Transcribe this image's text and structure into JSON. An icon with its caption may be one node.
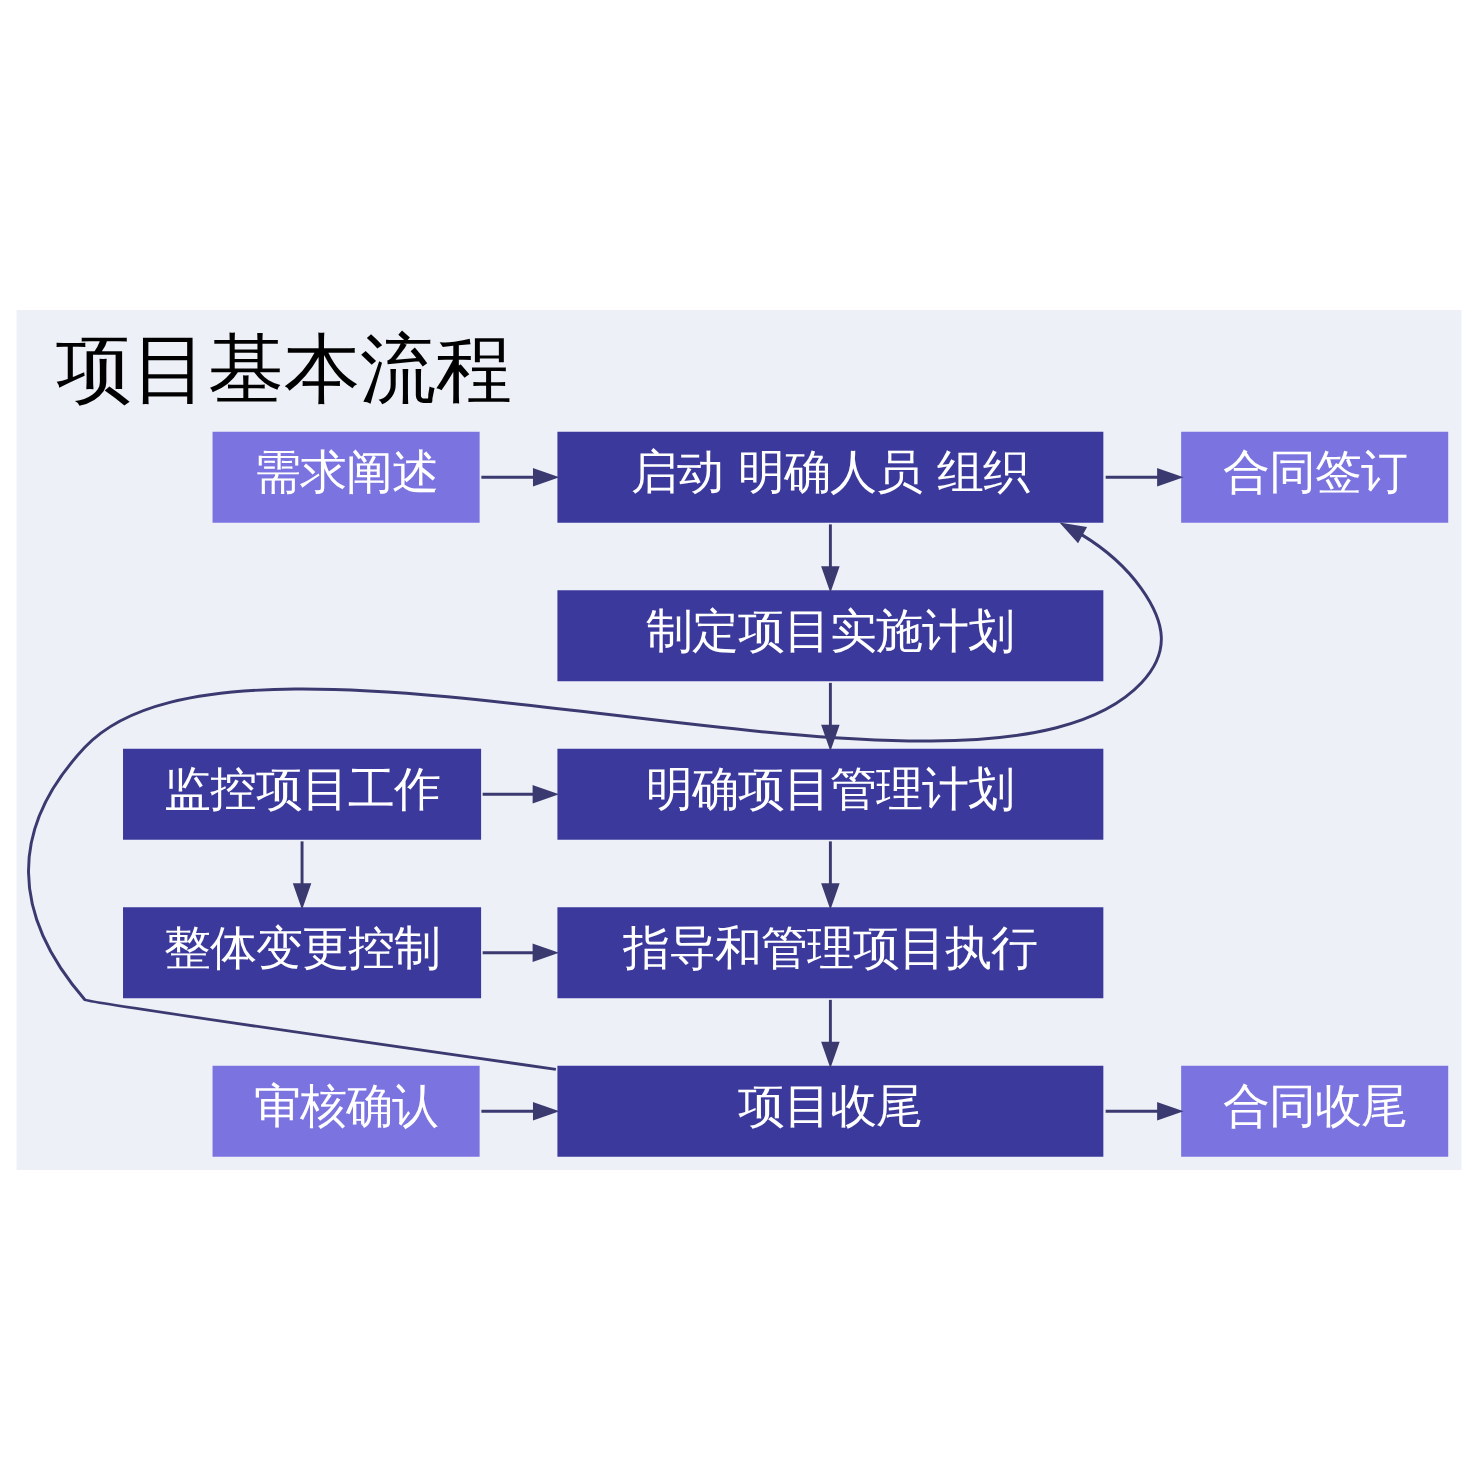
{
  "diagram": {
    "title": "项目基本流程",
    "nodes": [
      {
        "text": [
          "需求阐述"
        ]
      },
      {
        "text": [
          "启动 明确人员 组织"
        ]
      },
      {
        "text": [
          "合同签订"
        ]
      },
      {
        "text": [
          "制定项目实施计划"
        ]
      },
      {
        "text": [
          "监控项目工作"
        ]
      },
      {
        "text": [
          "明确项目管理计划"
        ]
      },
      {
        "text": [
          "整体变更控制"
        ]
      },
      {
        "text": [
          "指导和管理项目执行"
        ]
      },
      {
        "text": [
          "审核确认"
        ]
      },
      {
        "text": [
          "项目收尾"
        ]
      },
      {
        "text": [
          "合同收尾"
        ]
      }
    ],
    "edges": [
      {
        "from": 0,
        "to": 1,
        "arrow": "to"
      },
      {
        "from": 1,
        "to": 2,
        "arrow": "to"
      },
      {
        "from": 1,
        "to": 3,
        "arrow": "to"
      },
      {
        "from": 3,
        "to": 5,
        "arrow": "to"
      },
      {
        "from": 4,
        "to": 5,
        "arrow": "to"
      },
      {
        "from": 4,
        "to": 6,
        "arrow": "to"
      },
      {
        "from": 5,
        "to": 7,
        "arrow": "to"
      },
      {
        "from": 6,
        "to": 7,
        "arrow": "to"
      },
      {
        "from": 7,
        "to": 9,
        "arrow": "to"
      },
      {
        "from": 8,
        "to": 9,
        "arrow": "to"
      },
      {
        "from": 9,
        "to": 10,
        "arrow": "to"
      },
      {
        "from": 9,
        "to": 1,
        "arrow": "to"
      }
    ]
  }
}
